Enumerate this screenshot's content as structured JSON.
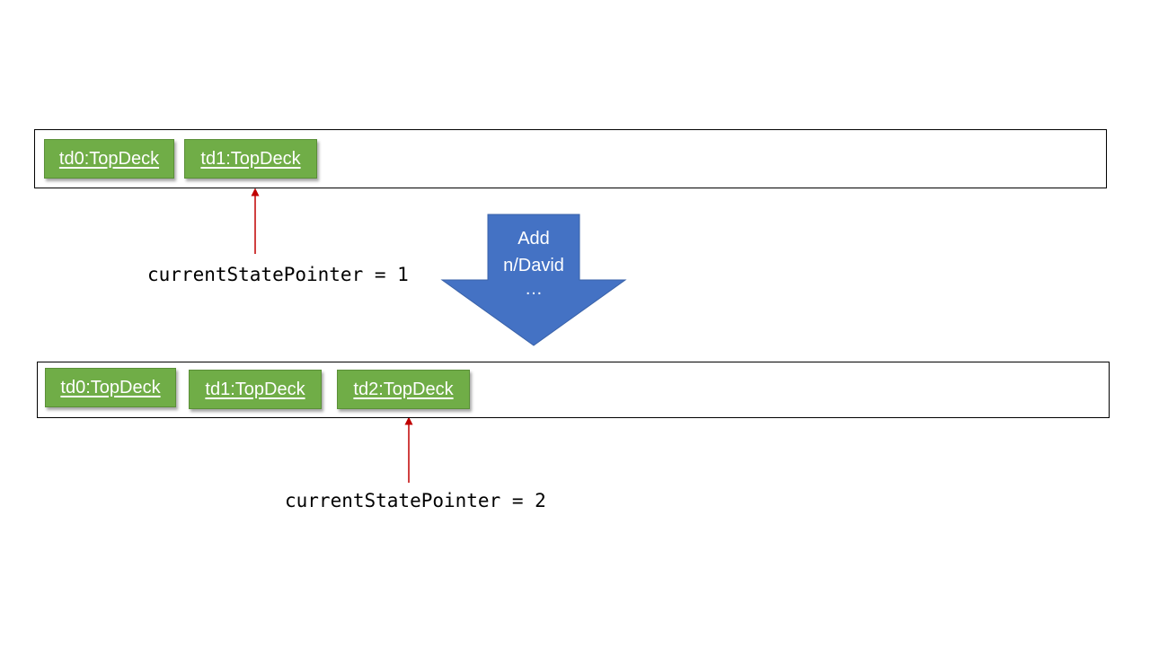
{
  "before": {
    "states": [
      "td0:TopDeck",
      "td1:TopDeck"
    ],
    "pointer_label": "currentStatePointer = 1"
  },
  "command": {
    "line1": "Add",
    "line2": "n/David",
    "line3": "…"
  },
  "after": {
    "states": [
      "td0:TopDeck",
      "td1:TopDeck",
      "td2:TopDeck"
    ],
    "pointer_label": "currentStatePointer = 2"
  },
  "colors": {
    "state_fill": "#70ad47",
    "command_arrow": "#4472c4",
    "pointer_arrow": "#c00000"
  }
}
